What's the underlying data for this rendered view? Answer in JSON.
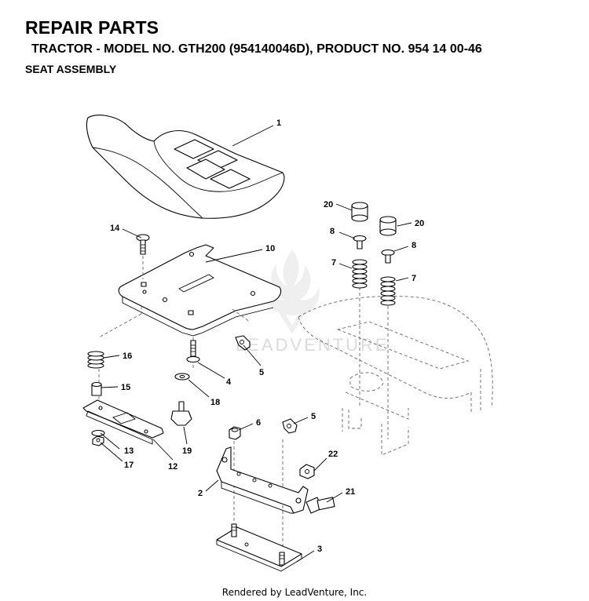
{
  "header": {
    "title": "REPAIR PARTS",
    "subtitle": "TRACTOR - MODEL NO. GTH200 (954140046D), PRODUCT NO. 954 14 00-46",
    "section": "SEAT ASSEMBLY"
  },
  "callouts": {
    "c1": "1",
    "c2": "2",
    "c3": "3",
    "c4": "4",
    "c5a": "5",
    "c5b": "5",
    "c6": "6",
    "c7a": "7",
    "c7b": "7",
    "c8a": "8",
    "c8b": "8",
    "c10": "10",
    "c12": "12",
    "c13": "13",
    "c14": "14",
    "c15": "15",
    "c16": "16",
    "c17": "17",
    "c18": "18",
    "c19": "19",
    "c20a": "20",
    "c20b": "20",
    "c21": "21",
    "c22": "22"
  },
  "watermark": "LEADVENTURE",
  "footer": "Rendered by LeadVenture, Inc."
}
